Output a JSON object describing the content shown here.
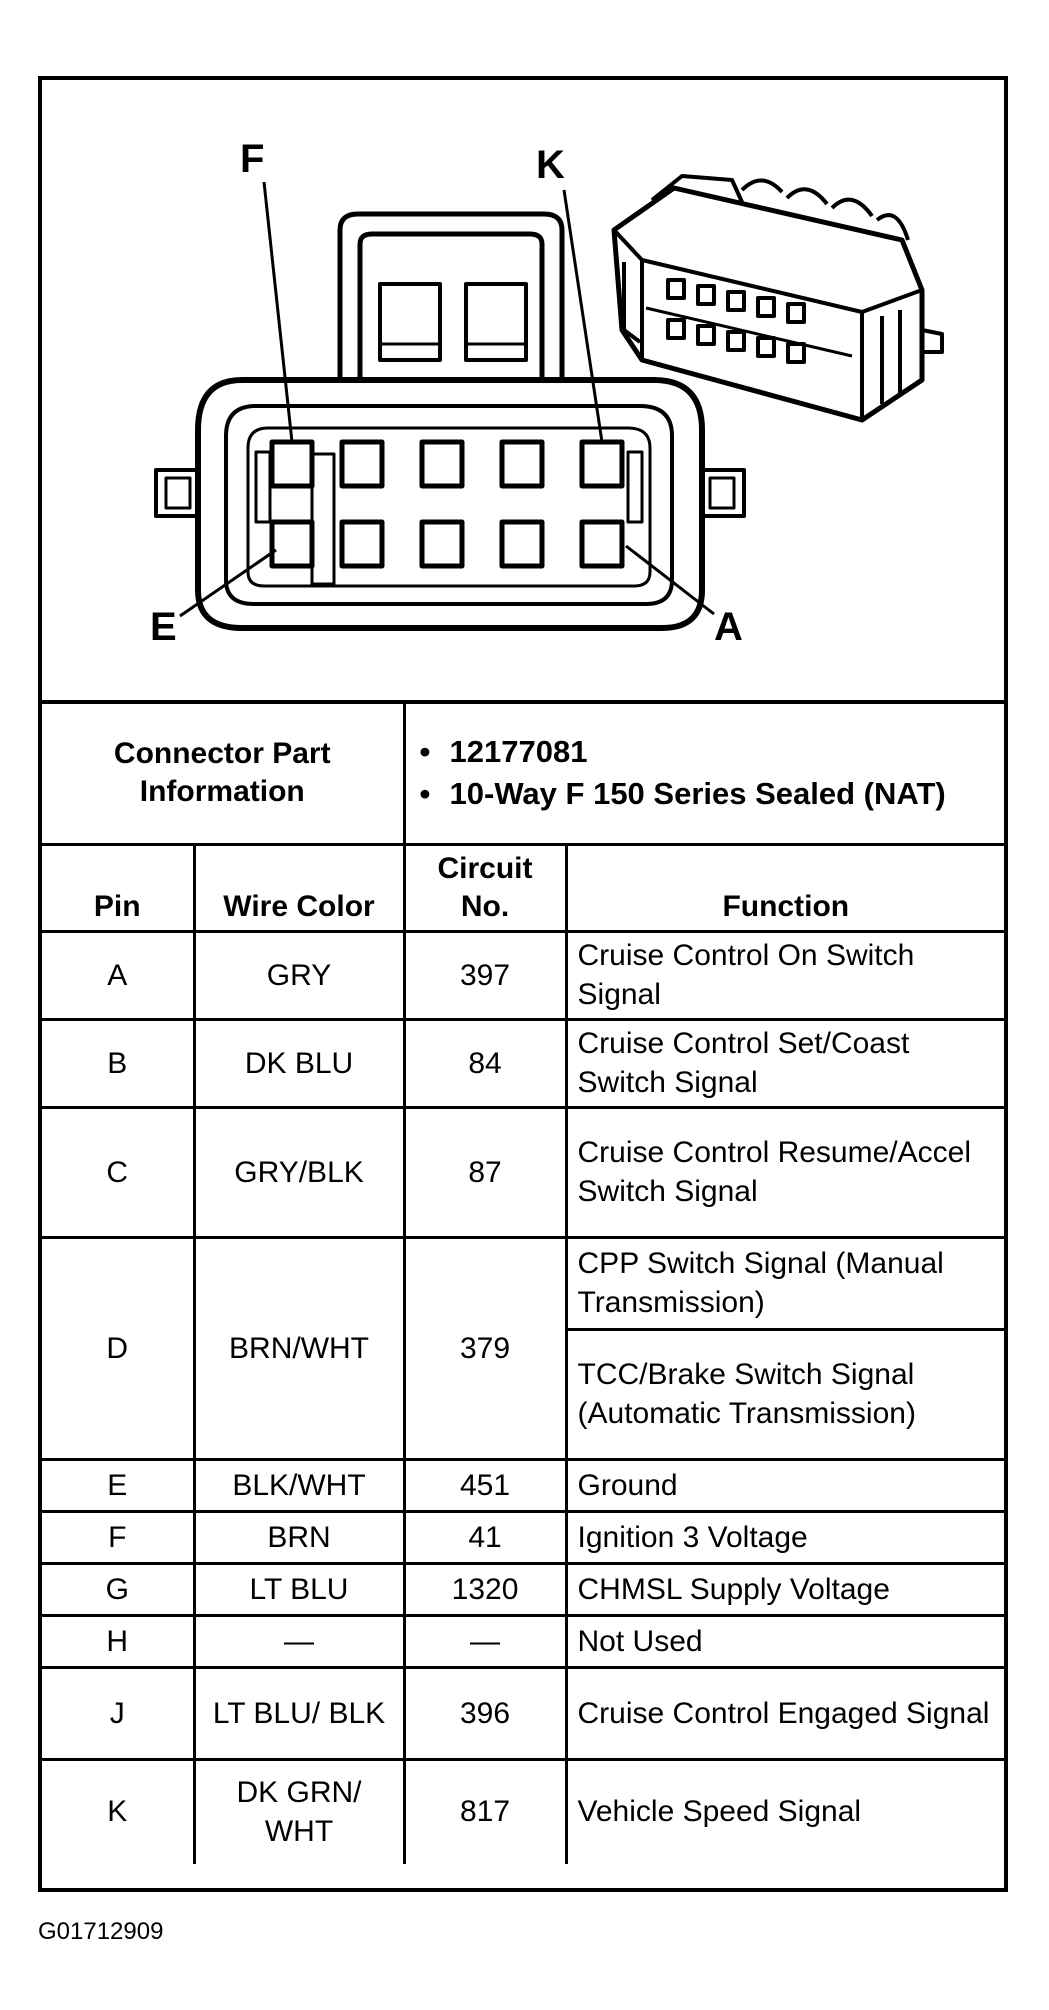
{
  "diagram": {
    "callouts": {
      "f": "F",
      "k": "K",
      "e": "E",
      "a": "A"
    },
    "icons": [
      "connector-face-view",
      "connector-isometric-view"
    ]
  },
  "connector_info": {
    "label": "Connector Part Information",
    "items": [
      "12177081",
      "10-Way F 150 Series Sealed (NAT)"
    ]
  },
  "table": {
    "headers": {
      "pin": "Pin",
      "wire_color": "Wire Color",
      "circuit": "Circuit No.",
      "function": "Function"
    },
    "rows": [
      {
        "pin": "A",
        "wire": "GRY",
        "circuit": "397",
        "function": [
          "Cruise Control On Switch Signal"
        ]
      },
      {
        "pin": "B",
        "wire": "DK BLU",
        "circuit": "84",
        "function": [
          "Cruise Control Set/Coast Switch Signal"
        ]
      },
      {
        "pin": "C",
        "wire": "GRY/BLK",
        "circuit": "87",
        "function": [
          "Cruise Control Resume/Accel Switch Signal"
        ]
      },
      {
        "pin": "D",
        "wire": "BRN/WHT",
        "circuit": "379",
        "function": [
          "CPP Switch Signal (Manual Transmission)",
          "TCC/Brake Switch Signal (Automatic Transmission)"
        ]
      },
      {
        "pin": "E",
        "wire": "BLK/WHT",
        "circuit": "451",
        "function": [
          "Ground"
        ]
      },
      {
        "pin": "F",
        "wire": "BRN",
        "circuit": "41",
        "function": [
          "Ignition 3 Voltage"
        ]
      },
      {
        "pin": "G",
        "wire": "LT BLU",
        "circuit": "1320",
        "function": [
          "CHMSL Supply Voltage"
        ]
      },
      {
        "pin": "H",
        "wire": "—",
        "circuit": "—",
        "function": [
          "Not Used"
        ]
      },
      {
        "pin": "J",
        "wire": "LT BLU/ BLK",
        "circuit": "396",
        "function": [
          "Cruise Control Engaged Signal"
        ]
      },
      {
        "pin": "K",
        "wire": "DK GRN/ WHT",
        "circuit": "817",
        "function": [
          "Vehicle Speed Signal"
        ]
      }
    ]
  },
  "figure_id": "G01712909"
}
